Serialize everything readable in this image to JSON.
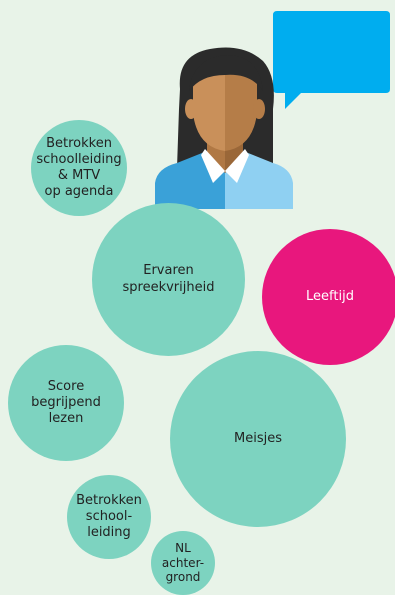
{
  "colors": {
    "background": "#e8f3e8",
    "bubble_teal": "#7dd3c0",
    "bubble_pink": "#e8177d",
    "speech_bubble": "#00adef"
  },
  "icons": {
    "speech": "speech-bubble-icon",
    "person": "person-icon"
  },
  "bubbles": {
    "betrokken_mtv": "Betrokken\nschoolleiding\n& MTV\nop agenda",
    "ervaren": "Ervaren\nspreekvrijheid",
    "leeftijd": "Leeftijd",
    "score": "Score\nbegrijpend\nlezen",
    "meisjes": "Meisjes",
    "betrokken": "Betrokken\nschool-\nleiding",
    "nl": "NL\nachter-\ngrond"
  }
}
